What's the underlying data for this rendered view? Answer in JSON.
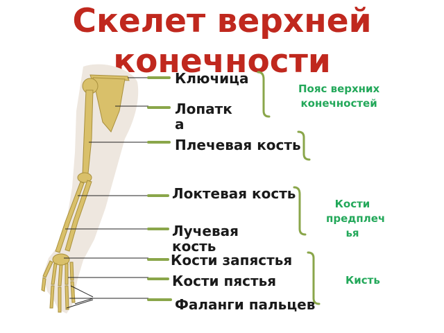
{
  "title": {
    "line1": "Скелет верхней",
    "line2": "конечности"
  },
  "bones": {
    "clavicle": "Ключица",
    "scapula_part1": "Лопатк",
    "scapula_part2": "а",
    "humerus": "Плечевая кость",
    "ulna": "Локтевая кость",
    "radius_part1": "Лучевая",
    "radius_part2": "кость",
    "carpals": "Кости запястья",
    "metacarpals": "Кости пястья",
    "phalanges": "Фаланги пальцев"
  },
  "groups": {
    "girdle_line1": "Пояс верхних",
    "girdle_line2": "конечностей",
    "forearm_line1": "Кости",
    "forearm_line2": "предплеч",
    "forearm_line3": "ья",
    "hand": "Кисть"
  },
  "colors": {
    "title": "#c0281e",
    "group_text": "#23a85a",
    "connector": "#8aa64a",
    "bone": "#d9c06a",
    "bone_shadow": "#a88f3c"
  }
}
